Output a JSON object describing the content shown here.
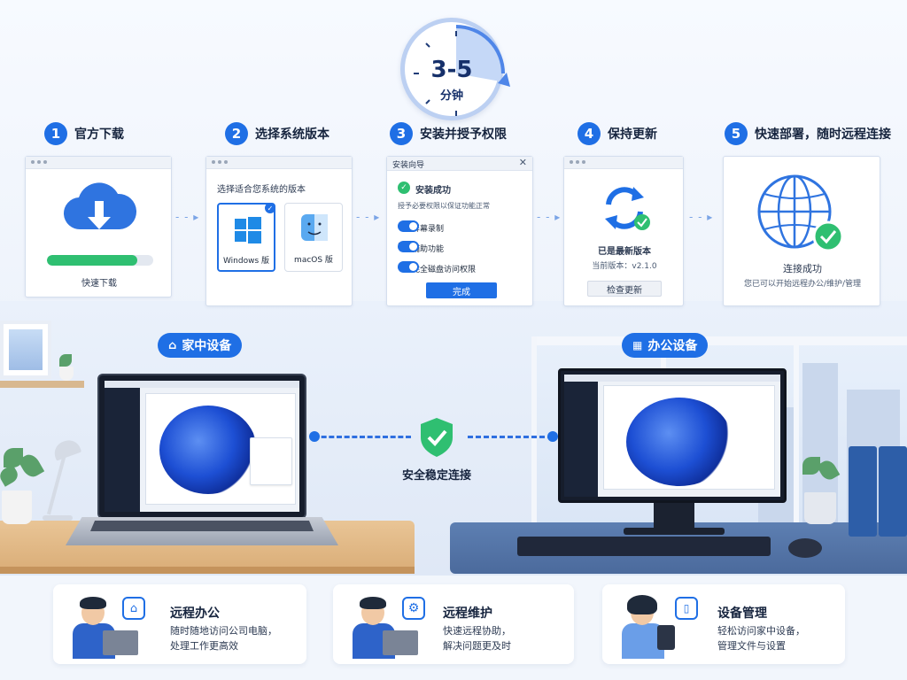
{
  "clock": {
    "value": "3-5",
    "unit": "分钟"
  },
  "steps": [
    {
      "num": "1",
      "title": "官方下载"
    },
    {
      "num": "2",
      "title": "选择系统版本"
    },
    {
      "num": "3",
      "title": "安装并授予权限"
    },
    {
      "num": "4",
      "title": "保持更新"
    },
    {
      "num": "5",
      "title": "快速部署，随时远程连接"
    }
  ],
  "step1": {
    "progress": 0.85,
    "label": "快速下载"
  },
  "step2": {
    "prompt": "选择适合您系统的版本",
    "windows": "Windows 版",
    "mac": "macOS 版",
    "selected": "windows"
  },
  "step3": {
    "window_title": "安装向导",
    "success": "安装成功",
    "hint": "授予必要权限以保证功能正常",
    "permissions": [
      {
        "label": "屏幕录制",
        "on": true
      },
      {
        "label": "辅助功能",
        "on": true
      },
      {
        "label": "完全磁盘访问权限",
        "on": true
      }
    ],
    "done_button": "完成"
  },
  "step4": {
    "status": "已是最新版本",
    "version": "当前版本：v2.1.0",
    "check_button": "检查更新"
  },
  "step5": {
    "status": "连接成功",
    "desc": "您已可以开始远程办公/维护/管理"
  },
  "devices": {
    "home": "家中设备",
    "office": "办公设备"
  },
  "connection": {
    "label": "安全稳定连接"
  },
  "features": [
    {
      "title": "远程办公",
      "desc_line1": "随时随地访问公司电脑，",
      "desc_line2": "处理工作更高效"
    },
    {
      "title": "远程维护",
      "desc_line1": "快速远程协助，",
      "desc_line2": "解决问题更及时"
    },
    {
      "title": "设备管理",
      "desc_line1": "轻松访问家中设备，",
      "desc_line2": "管理文件与设置"
    }
  ],
  "colors": {
    "accent": "#1f6fe5",
    "success": "#2fbf71",
    "desk_wood": "#e0b684",
    "desk_blue": "#567ab0"
  }
}
